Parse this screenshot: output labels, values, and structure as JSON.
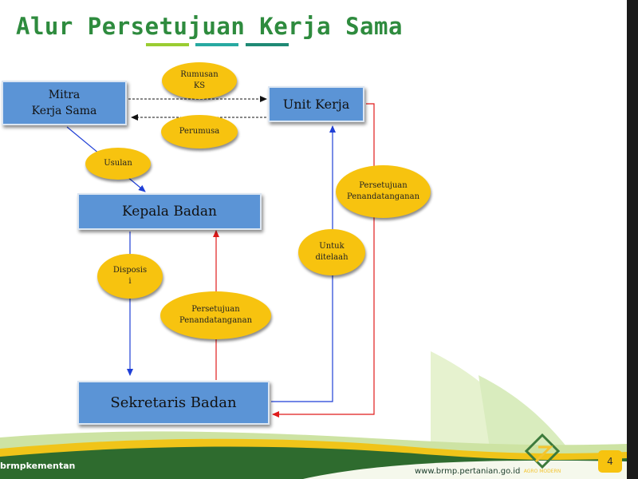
{
  "title": "Alur Persetujuan Kerja Sama",
  "nodes": {
    "mitra": "Mitra\nKerja Sama",
    "unit_kerja": "Unit Kerja",
    "kepala_badan": "Kepala Badan",
    "sekretaris_badan": "Sekretaris Badan"
  },
  "labels": {
    "rumusan_ks": "Rumusan\nKS",
    "perumusa": "Perumusa",
    "usulan": "Usulan",
    "persetujuan_1": "Persetujuan\nPenandatanganan",
    "untuk_ditelaah": "Untuk\nditelaah",
    "disposisi": "Disposis\ni",
    "persetujuan_2": "Persetujuan\nPenandatanganan"
  },
  "colors": {
    "box": "#5b94d6",
    "oval": "#f7c30f",
    "flow_blue": "#1f3fd6",
    "flow_red": "#e01b1b",
    "title": "#2e8b3e"
  },
  "footer": {
    "left": "brmpkementan",
    "url": "www.brmp.pertanian.go.id",
    "logo_text": "AGRO MODERN",
    "page_number": "4"
  }
}
